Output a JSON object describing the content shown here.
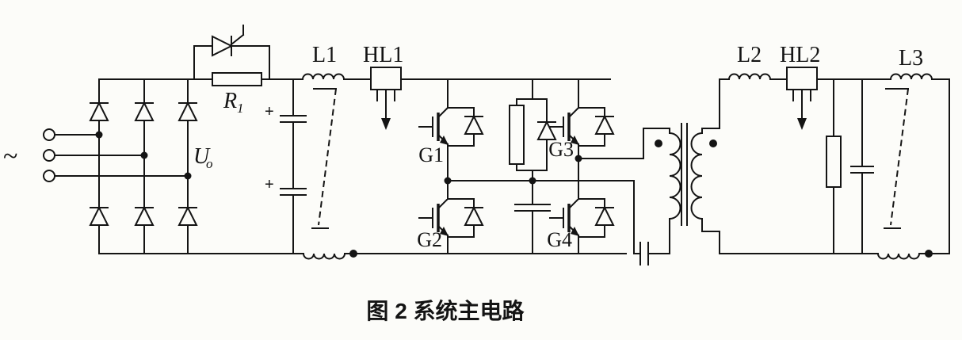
{
  "figure": {
    "caption": "图 2  系统主电路"
  },
  "source": {
    "ac_symbol": "~"
  },
  "components": {
    "r1": {
      "base": "R",
      "sub": "1"
    },
    "uo": {
      "base": "U",
      "sub": "o"
    },
    "plus": "+",
    "l1": "L1",
    "hl1": "HL1",
    "g1": "G1",
    "g2": "G2",
    "g3": "G3",
    "g4": "G4",
    "l2": "L2",
    "hl2": "HL2",
    "l3": "L3"
  },
  "colors": {
    "ink": "#141414",
    "paper": "#fcfcf9"
  }
}
